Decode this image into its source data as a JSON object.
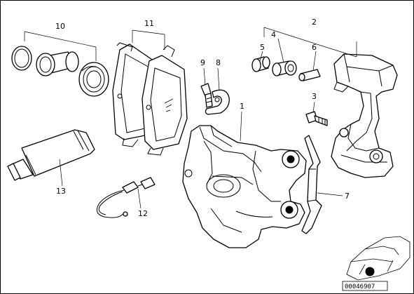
{
  "diagram": {
    "callouts": {
      "c1": "1",
      "c2": "2",
      "c3": "3",
      "c4": "4",
      "c5": "5",
      "c6": "6",
      "c7": "7",
      "c8": "8",
      "c9": "9",
      "c10": "10",
      "c11": "11",
      "c12": "12",
      "c13": "13"
    },
    "reference_number": "00046907"
  }
}
